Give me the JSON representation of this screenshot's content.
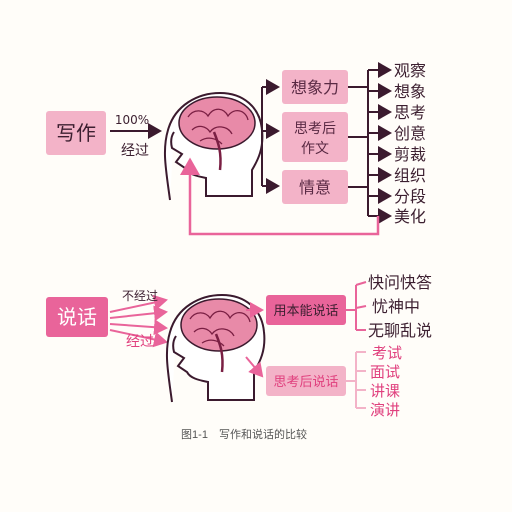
{
  "figure_caption": "图1-1　写作和说话的比较",
  "top": {
    "source_label": "写作",
    "arrow_label_top": "100%",
    "arrow_label_bottom": "经过",
    "middle_boxes": [
      {
        "label": "想象力"
      },
      {
        "label_line1": "思考后",
        "label_line2": "作文"
      },
      {
        "label": "情意"
      }
    ],
    "outcomes": [
      "观察",
      "想象",
      "思考",
      "创意",
      "剪裁",
      "组织",
      "分段",
      "美化"
    ]
  },
  "bottom": {
    "source_label": "说话",
    "arrow_label_top": "不经过",
    "arrow_label_bottom": "经过",
    "box_upper": "用本能说话",
    "box_lower": "思考后说话",
    "upper_outcomes": [
      "快问快答",
      "忧神中",
      "无聊乱说"
    ],
    "lower_outcomes": [
      "考试",
      "面试",
      "讲课",
      "演讲"
    ]
  },
  "colors": {
    "pink_fill": "#f3b3c8",
    "pink_strong": "#e9649a",
    "line_dark": "#3b1a2e",
    "brain_fill": "#e88aa8"
  }
}
